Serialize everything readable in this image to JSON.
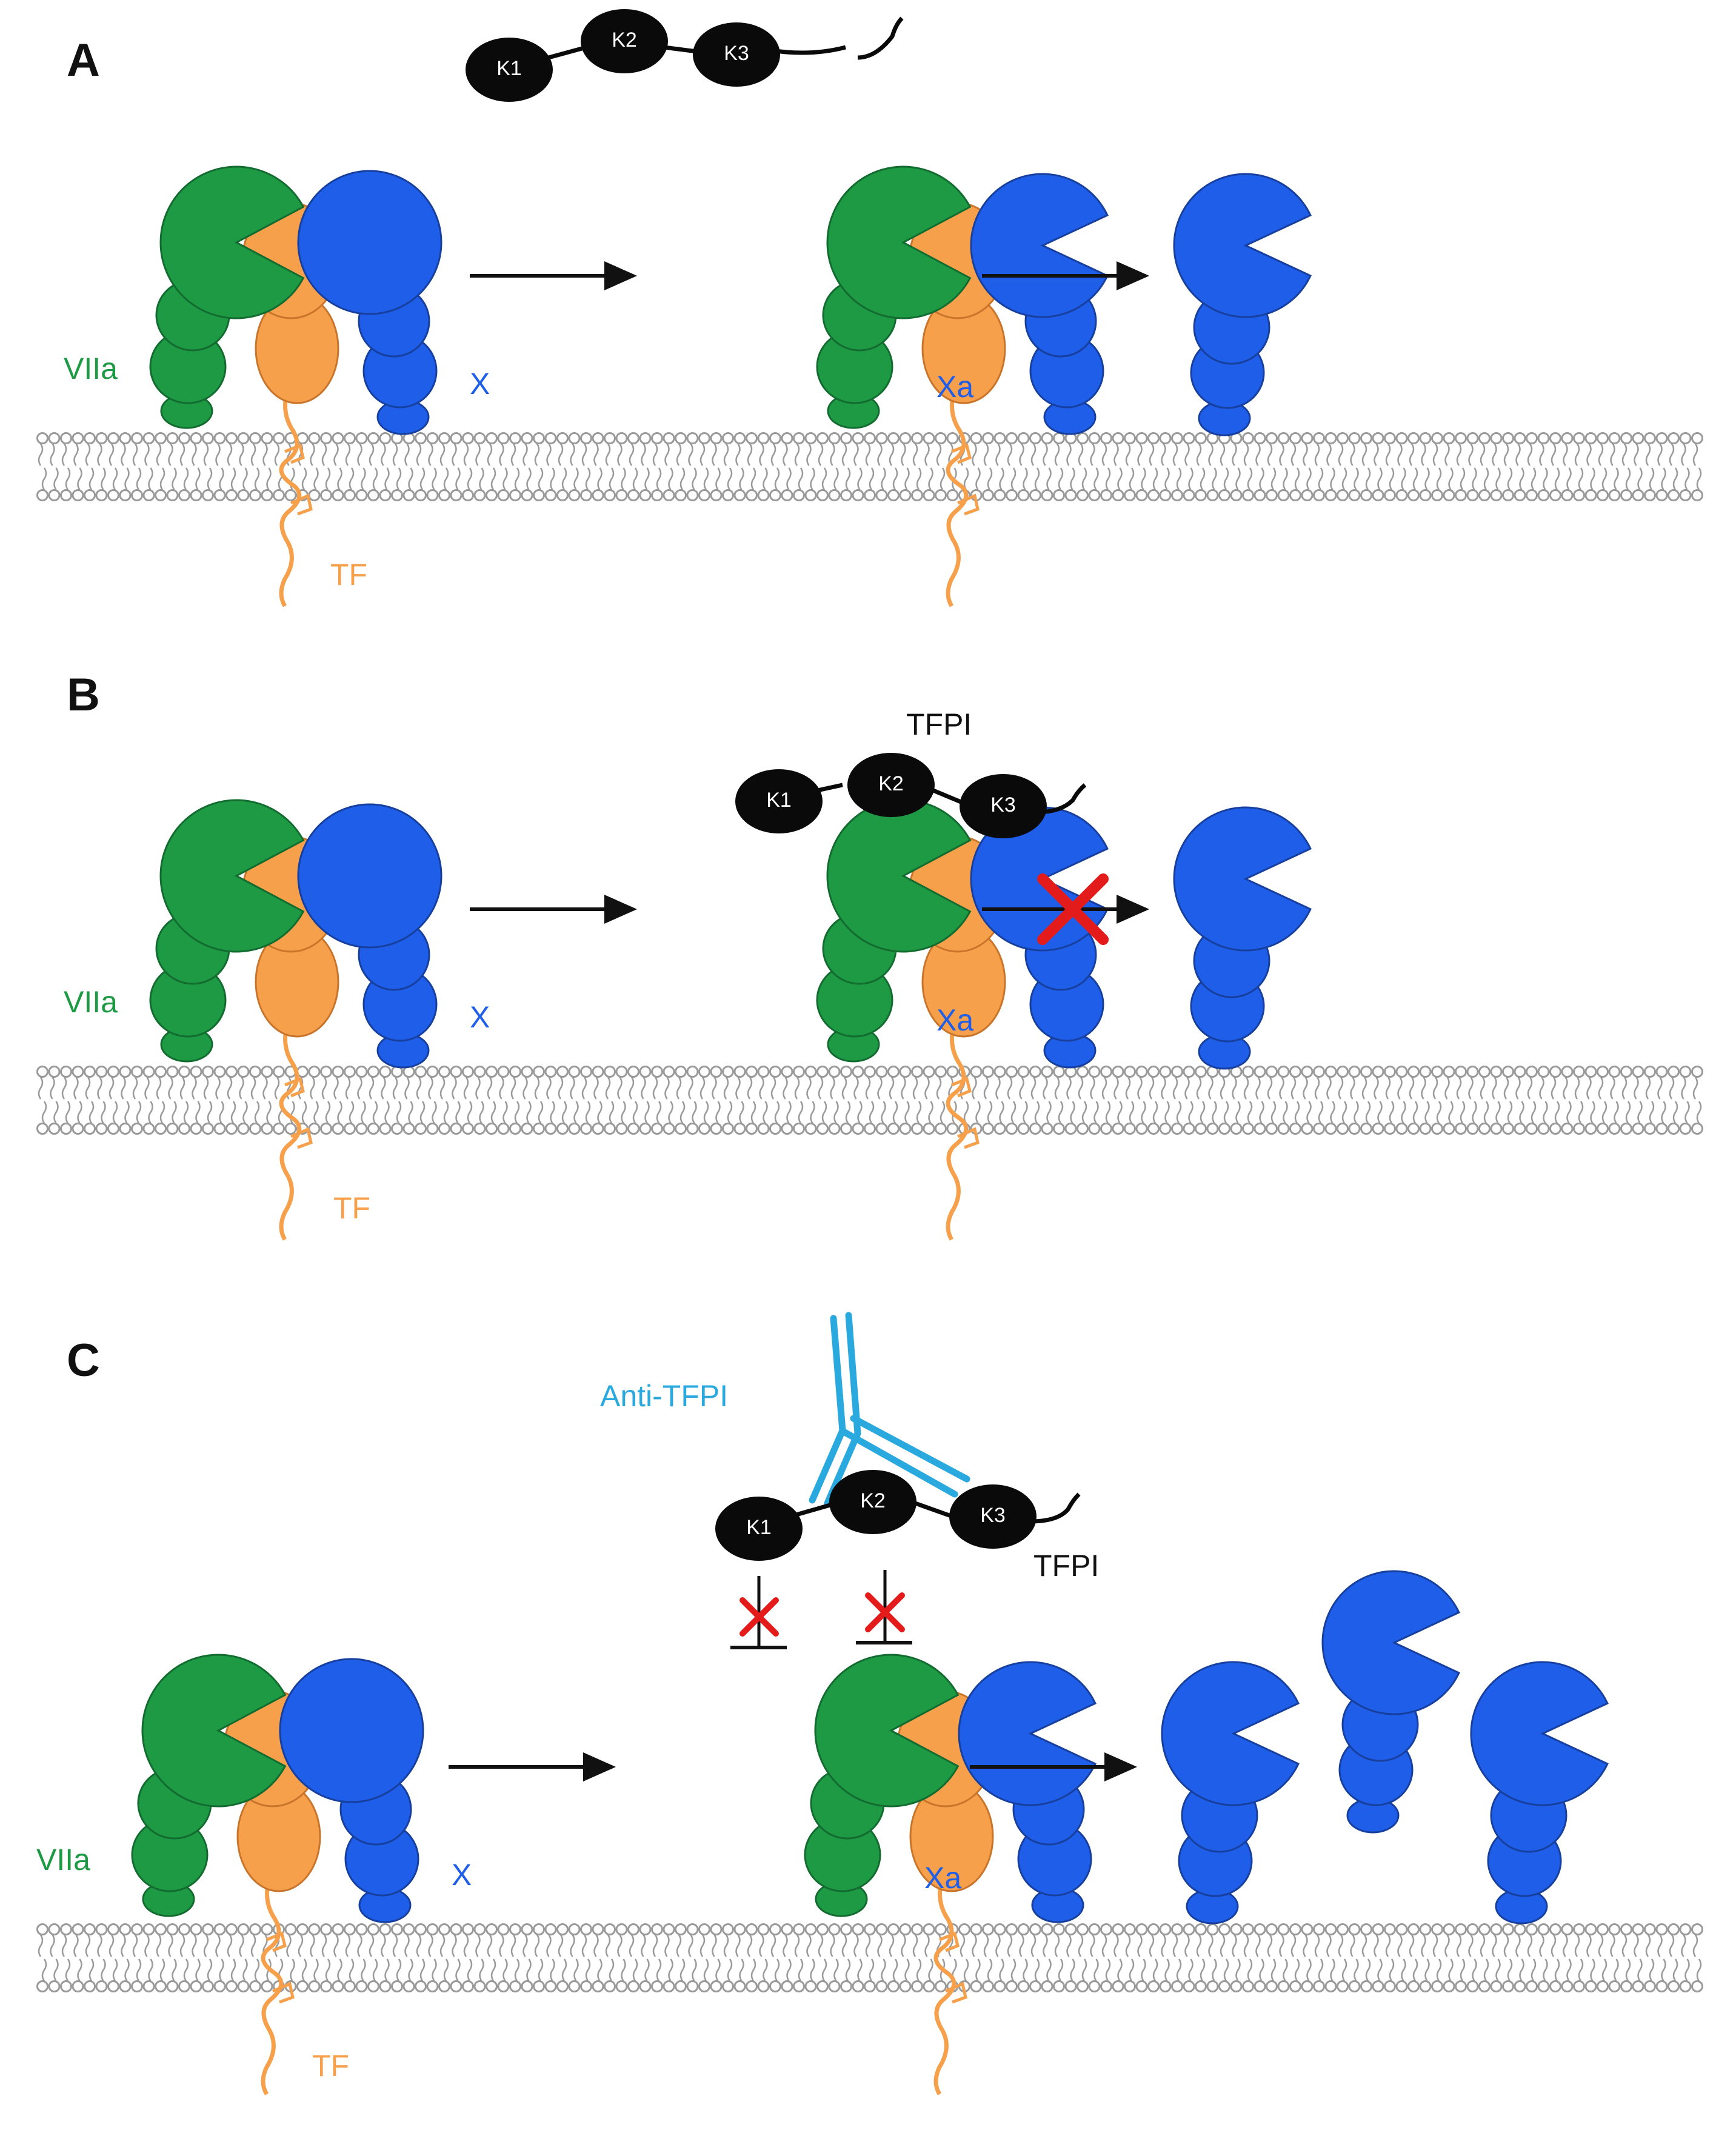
{
  "colors": {
    "factor_viia": "#1e9a45",
    "factor_x": "#1e5ee8",
    "tissue_factor": "#f6a04c",
    "tfpi": "#0a0a0a",
    "antibody": "#2aa9df",
    "inhibition_mark": "#e31b1b",
    "membrane": "#9a9a9a"
  },
  "panels": [
    {
      "letter": "A",
      "labels": {
        "viia": "VIIa",
        "x": "X",
        "xa": "Xa",
        "tf": "TF"
      },
      "tfpi": {
        "k1": "K1",
        "k2": "K2",
        "k3": "K3",
        "name": ""
      }
    },
    {
      "letter": "B",
      "labels": {
        "viia": "VIIa",
        "x": "X",
        "xa": "Xa",
        "tf": "TF"
      },
      "tfpi": {
        "k1": "K1",
        "k2": "K2",
        "k3": "K3",
        "name": "TFPI"
      }
    },
    {
      "letter": "C",
      "labels": {
        "viia": "VIIa",
        "x": "X",
        "xa": "Xa",
        "tf": "TF"
      },
      "tfpi": {
        "k1": "K1",
        "k2": "K2",
        "k3": "K3",
        "name": "TFPI"
      },
      "antibody_label": "Anti-TFPI"
    }
  ]
}
